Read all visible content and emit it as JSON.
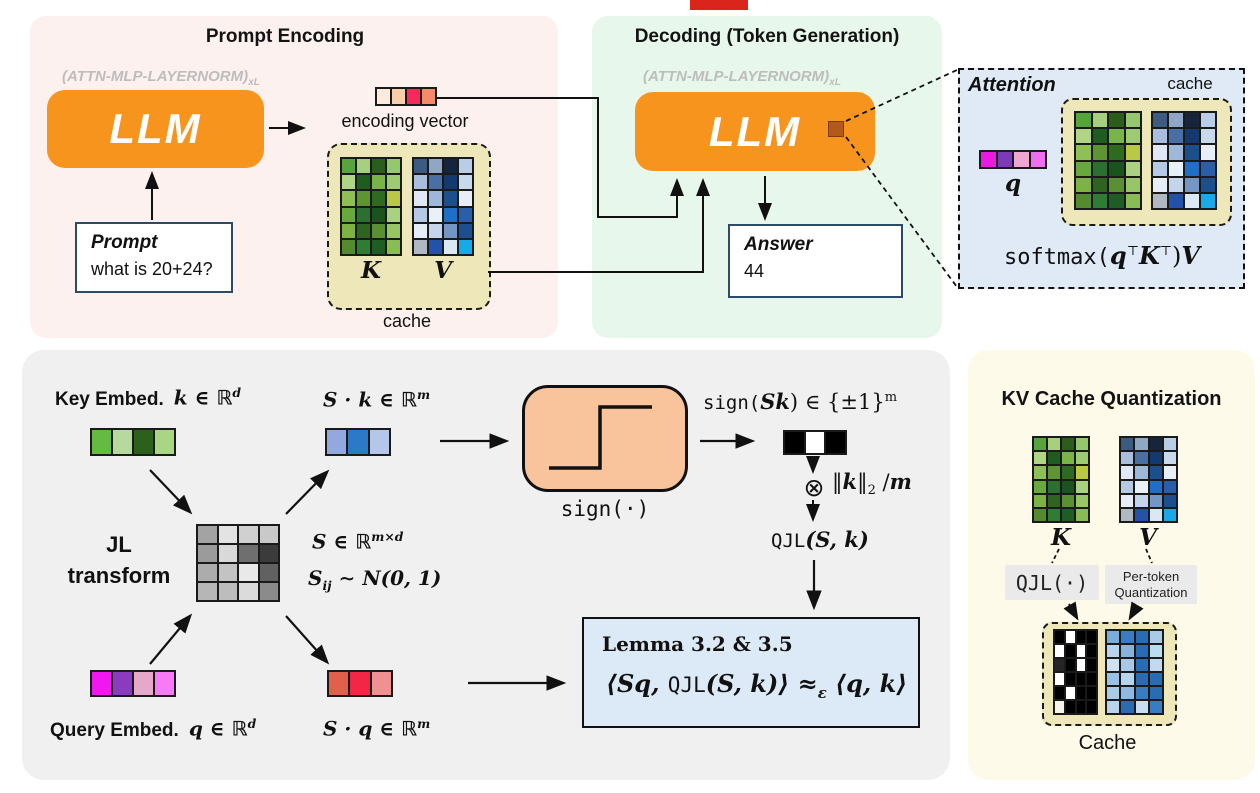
{
  "colors": {
    "pink_panel": "#fdf1ef",
    "green_panel": "#e8f7ec",
    "blue_panel": "#dfeaf6",
    "gray_panel": "#f0f0f0",
    "cream_panel": "#fdfaea",
    "orange": "#f7941e",
    "llm_square": "#b25a17",
    "sign_box": "#f9c49c",
    "lemma_box": "#dce9f6",
    "khaki_cache": "#ede7ba",
    "chip_gray": "#eaeaea",
    "box_border": "#2d4b66",
    "red_bar": "#da251c"
  },
  "prompt_encoding": {
    "title": "Prompt Encoding",
    "layer_stack": "(ATTN-MLP-LAYERNORM)",
    "layer_stack_sub": "xL",
    "llm_label": "LLM",
    "encoding_vector_label": "encoding vector",
    "prompt_box": {
      "title": "Prompt",
      "text": "what is 20+24?"
    },
    "cache": {
      "k_label": "K",
      "v_label": "V",
      "label": "cache"
    }
  },
  "decoding": {
    "title": "Decoding (Token Generation)",
    "layer_stack": "(ATTN-MLP-LAYERNORM)",
    "layer_stack_sub": "xL",
    "llm_label": "LLM",
    "answer_box": {
      "title": "Answer",
      "text": "44"
    }
  },
  "attention": {
    "title": "Attention",
    "cache_label": "cache",
    "q_label": "q",
    "formula": {
      "softmax": "softmax(",
      "q": "q",
      "t1": "⊤",
      "k": "K",
      "t2": "⊤",
      "close": ")",
      "v": "V"
    }
  },
  "qjl_diagram": {
    "key_embed_label": "Key Embed.",
    "key_math": "k ∈ ℝ",
    "key_sup": "d",
    "sk_math": "S · k ∈ ℝ",
    "sk_sup": "m",
    "jl_label_1": "JL",
    "jl_label_2": "transform",
    "s_math": "S ∈ ℝ",
    "s_sup": "m×d",
    "sij_s": "S",
    "sij_sub": "ij",
    "sij_rest": " ∼ N(0, 1)",
    "query_embed_label": "Query Embed.",
    "query_math": "q ∈ ℝ",
    "query_sup": "d",
    "sq_math": "S · q ∈ ℝ",
    "sq_sup": "m",
    "sign_box_label": "sign(·)",
    "sign_out": {
      "fn": "sign(",
      "arg": "Sk",
      "mid": ") ∈ {±1}",
      "sup": "m"
    },
    "otimes": "⊗",
    "norm": {
      "pre": "‖",
      "k": "k",
      "post": "‖",
      "sub": "2",
      "slash": " /",
      "m": "m"
    },
    "qjl": {
      "fn": "QJL",
      "args": "(S, k)"
    },
    "lemma": {
      "title": "Lemma 3.2 & 3.5",
      "f1": "⟨Sq, ",
      "f2": "QJL",
      "f3": "(S, k)⟩ ≈",
      "f4": "ε",
      "f5": " ⟨q, k⟩"
    }
  },
  "kv_quant": {
    "title": "KV Cache Quantization",
    "k_label": "K",
    "v_label": "V",
    "qjl_chip": "QJL(·)",
    "pt_chip_1": "Per-token",
    "pt_chip_2": "Quantization",
    "cache_label": "Cache"
  },
  "vectors": {
    "encoding": [
      "#fcebdd",
      "#f8cfa8",
      "#f5295b",
      "#f58a6a"
    ],
    "attention_q": [
      "#ea1ae2",
      "#7c39b8",
      "#efa6d2",
      "#f06ef0"
    ],
    "key": [
      "#65bb41",
      "#b6da9e",
      "#2c611c",
      "#a8d685"
    ],
    "query": [
      "#f018f0",
      "#8a3cc0",
      "#e6a8c8",
      "#f77af7"
    ],
    "sk": [
      "#92a9dd",
      "#2c7ac6",
      "#b4c7ea"
    ],
    "sq": [
      "#e0604a",
      "#f22746",
      "#f19090"
    ],
    "sign_binary": [
      "#000000",
      "#ffffff",
      "#000000"
    ]
  },
  "matrices": {
    "green": [
      [
        "#57a33c",
        "#a6d07e",
        "#2b5d1c",
        "#95c76c"
      ],
      [
        "#b0d685",
        "#1f5c1f",
        "#78b447",
        "#9ccb71"
      ],
      [
        "#8fc055",
        "#5e9532",
        "#2e6a1f",
        "#b9c943"
      ],
      [
        "#69a83d",
        "#2c7031",
        "#1b531f",
        "#a9d181"
      ],
      [
        "#7cb342",
        "#2f6322",
        "#5a8f33",
        "#98c666"
      ],
      [
        "#558b2f",
        "#2e7d32",
        "#1e5e24",
        "#89bc55"
      ]
    ],
    "blue": [
      [
        "#3d5a80",
        "#8fa6c4",
        "#16243e",
        "#b9cde6"
      ],
      [
        "#a9bedc",
        "#4a6fa5",
        "#123a6e",
        "#c9d9ec"
      ],
      [
        "#dfe8f4",
        "#9db8d9",
        "#1c4f8c",
        "#e8eef7"
      ],
      [
        "#b3c9e4",
        "#eaf0f8",
        "#1f6fc4",
        "#2b5ea8"
      ],
      [
        "#e6edf6",
        "#c4d4ea",
        "#7396c4",
        "#1d4e8f"
      ],
      [
        "#b0b8c2",
        "#2352a8",
        "#dce7f4",
        "#19a8e8"
      ]
    ],
    "s_gray": [
      [
        "#a3a3a3",
        "#e3e3e3",
        "#d0d0d0",
        "#c9c9c9"
      ],
      [
        "#9b9b9b",
        "#d9d9d9",
        "#6f6f6f",
        "#3b3b3b"
      ],
      [
        "#acacac",
        "#c3c3c3",
        "#e9e9e9",
        "#616161"
      ],
      [
        "#b6b6b6",
        "#bdbdbd",
        "#dbdbdb",
        "#8b8b8b"
      ]
    ],
    "binary": [
      [
        "#000000",
        "#ffffff",
        "#000000",
        "#000000"
      ],
      [
        "#ffffff",
        "#000000",
        "#ffffff",
        "#000000"
      ],
      [
        "#262626",
        "#000000",
        "#ffffff",
        "#000000"
      ],
      [
        "#ffffff",
        "#000000",
        "#000000",
        "#000000"
      ],
      [
        "#000000",
        "#ffffff",
        "#000000",
        "#000000"
      ],
      [
        "#f7f5ea",
        "#000000",
        "#000000",
        "#000000"
      ]
    ],
    "quant_blue": [
      [
        "#7aadd8",
        "#3a7cc2",
        "#2a6cb4",
        "#a8cbe8"
      ],
      [
        "#b8d4ec",
        "#88b4dc",
        "#2a6cb4",
        "#badcf0"
      ],
      [
        "#cfe2f2",
        "#a8c8e8",
        "#2a6cb4",
        "#c2d8ee"
      ],
      [
        "#9cc0e4",
        "#b8d4ec",
        "#2a6cb4",
        "#2a6cb4"
      ],
      [
        "#a8cbe8",
        "#90b8e0",
        "#3a7cc2",
        "#2a6cb4"
      ],
      [
        "#b8d4ec",
        "#2a6cb4",
        "#c8ddf0",
        "#3a7cc2"
      ]
    ]
  }
}
